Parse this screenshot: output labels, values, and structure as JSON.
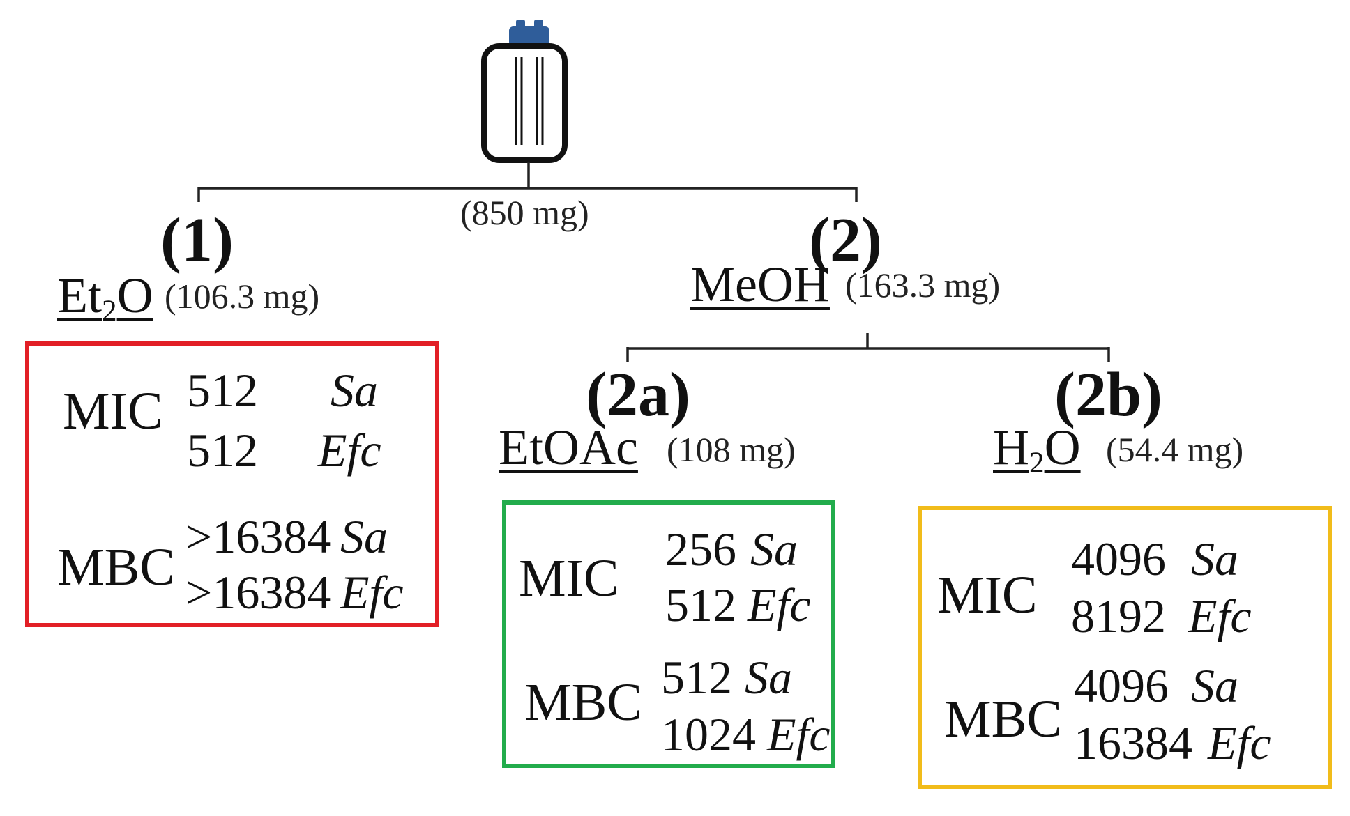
{
  "colors": {
    "box1": "#e21f26",
    "box2a": "#22ac4c",
    "box2b": "#f1bc1a",
    "bottle_cap": "#2f5d9a",
    "line": "#222222"
  },
  "root": {
    "icon": "bottle-icon",
    "mass": "(850 mg)"
  },
  "fraction1": {
    "number": "(1)",
    "solvent_main": "Et",
    "solvent_sub": "2",
    "solvent_end": "O",
    "mass": "(106.3 mg)",
    "mic_label": "MIC",
    "mbc_label": "MBC",
    "mic": [
      {
        "value": "512",
        "organism": "Sa"
      },
      {
        "value": "512",
        "organism": "Efc"
      }
    ],
    "mbc": [
      {
        "value": ">16384",
        "organism": "Sa"
      },
      {
        "value": ">16384",
        "organism": "Efc"
      }
    ]
  },
  "fraction2": {
    "number": "(2)",
    "solvent": "MeOH",
    "mass": "(163.3 mg)"
  },
  "fraction2a": {
    "number": "(2a)",
    "solvent": "EtOAc",
    "mass": "(108 mg)",
    "mic_label": "MIC",
    "mbc_label": "MBC",
    "mic": [
      {
        "value": "256",
        "organism": "Sa"
      },
      {
        "value": "512",
        "organism": "Efc"
      }
    ],
    "mbc": [
      {
        "value": "512",
        "organism": "Sa"
      },
      {
        "value": "1024",
        "organism": "Efc"
      }
    ]
  },
  "fraction2b": {
    "number": "(2b)",
    "solvent_main": "H",
    "solvent_sub": "2",
    "solvent_end": "O",
    "mass": "(54.4 mg)",
    "mic_label": "MIC",
    "mbc_label": "MBC",
    "mic": [
      {
        "value": "4096",
        "organism": "Sa"
      },
      {
        "value": "8192",
        "organism": "Efc"
      }
    ],
    "mbc": [
      {
        "value": "4096",
        "organism": "Sa"
      },
      {
        "value": "16384",
        "organism": "Efc"
      }
    ]
  }
}
